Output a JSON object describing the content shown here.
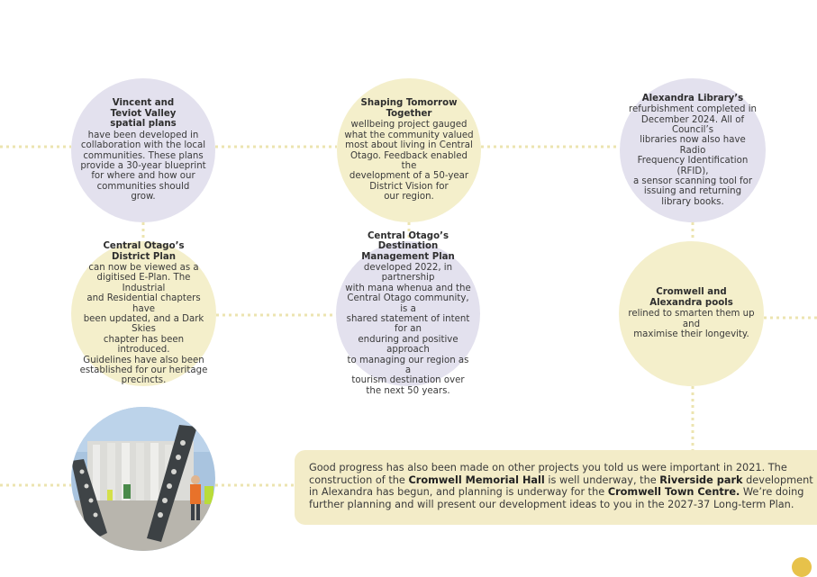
{
  "colors": {
    "lavender": "#e3e1ee",
    "cream": "#f4efcb",
    "connector": "#ece4b0",
    "note_background": "#f3ecc8",
    "accent": "#e7c24a"
  },
  "circles": [
    {
      "title": "Vincent and\nTeviot Valley\nspatial plans",
      "text": "have been developed in\ncollaboration with the local\ncommunities. These plans\nprovide a 30-year blueprint\nfor where and how our\ncommunities should\ngrow."
    },
    {
      "title": "Shaping Tomorrow\nTogether",
      "text": "wellbeing project gauged\nwhat the community valued\nmost about living in Central\nOtago. Feedback enabled the\ndevelopment of a 50-year\nDistrict Vision for\nour region."
    },
    {
      "title": "Alexandra Library’s",
      "text": "refurbishment completed in\nDecember 2024. All of Council’s\nlibraries now also have Radio\nFrequency Identification (RFID),\na sensor scanning tool for\nissuing and returning\nlibrary books."
    },
    {
      "title": "Central Otago’s\nDistrict Plan",
      "text": "can now be viewed as a\ndigitised E-Plan. The Industrial\nand Residential chapters have\nbeen updated, and a Dark Skies\nchapter has been introduced.\nGuidelines have also been\nestablished for our heritage\nprecincts."
    },
    {
      "title": "Central Otago’s\nDestination\nManagement Plan",
      "text": "developed 2022, in partnership\nwith mana whenua and the\nCentral Otago community, is a\nshared statement of intent for an\nenduring and positive approach\nto managing our region as a\ntourism destination over\nthe next 50 years."
    },
    {
      "title": "Cromwell and\nAlexandra pools",
      "text": "relined to smarten them up and\nmaximise their longevity."
    }
  ],
  "note": {
    "part1": "Good progress has also been made on other projects you told us were important in 2021. The construction of the ",
    "bold1": "Cromwell Memorial Hall",
    "part2": " is well underway, the ",
    "bold2": "Riverside park",
    "part3": " development in Alexandra has begun, and planning is underway for the ",
    "bold3": "Cromwell Town Centre.",
    "part4": " We’re doing further planning and will present our development ideas to you in the 2027-37 Long-term Plan."
  }
}
